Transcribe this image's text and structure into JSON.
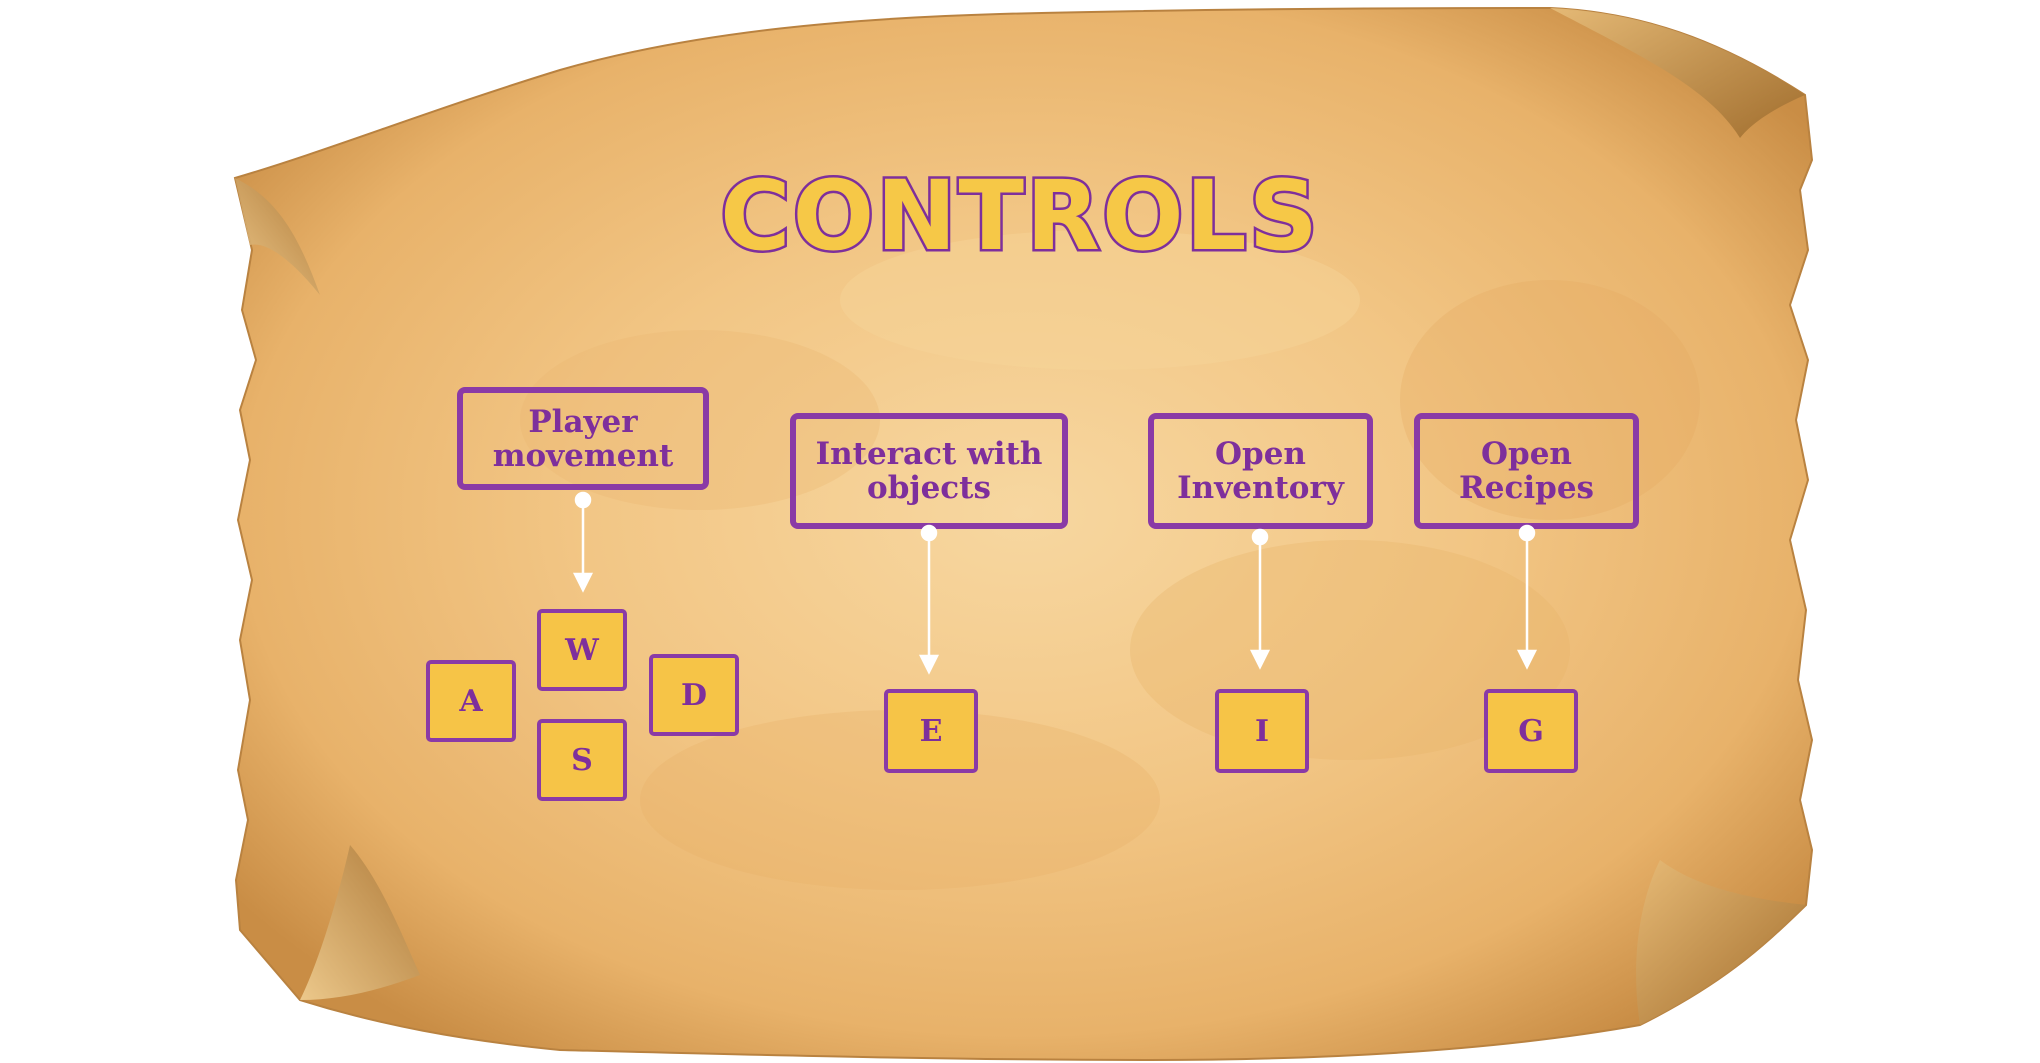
{
  "title": "CONTROLS",
  "colors": {
    "accent_purple": "#8a3aa6",
    "key_yellow": "#f6c447",
    "title_yellow": "#f6c847",
    "parchment": "#f0c27f"
  },
  "controls": [
    {
      "label_line1": "Player",
      "label_line2": "movement",
      "keys": [
        "W",
        "A",
        "S",
        "D"
      ]
    },
    {
      "label_line1": "Interact with",
      "label_line2": "objects",
      "keys": [
        "E"
      ]
    },
    {
      "label_line1": "Open",
      "label_line2": "Inventory",
      "keys": [
        "I"
      ]
    },
    {
      "label_line1": "Open",
      "label_line2": "Recipes",
      "keys": [
        "G"
      ]
    }
  ]
}
